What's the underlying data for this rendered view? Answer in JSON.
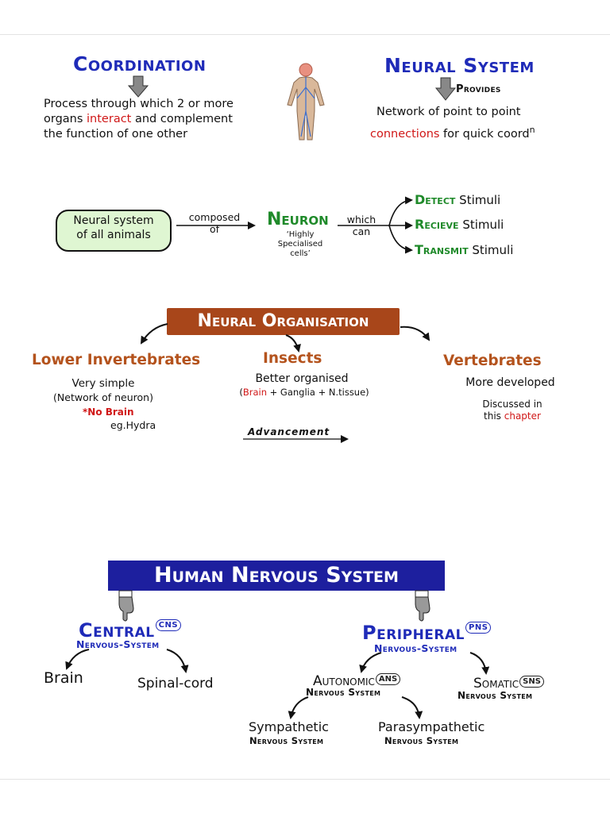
{
  "coordination": {
    "title": "Coordination",
    "line1_pre": "Process through which 2 or more",
    "line2_pre": "organs ",
    "line2_red": "interact",
    "line2_post": " and complement",
    "line3": "the function of one other"
  },
  "neural_system": {
    "title": "Neural System",
    "provides": "Provides",
    "line1": "Network of point to point",
    "line2_red": "connections",
    "line2_post": " for quick coord",
    "line2_sup": "n"
  },
  "flow": {
    "cloud_line1": "Neural system",
    "cloud_line2": "of all animals",
    "composed1": "composed",
    "composed2": "of",
    "neuron": "Neuron",
    "neuron_note1": "‘Highly",
    "neuron_note2": "Specialised",
    "neuron_note3": "cells’",
    "which1": "which",
    "which2": "can",
    "detect": "Detect",
    "recieve": "Recieve",
    "transmit": "Transmit",
    "stimuli": "Stimuli"
  },
  "organisation": {
    "banner": "Neural Organisation",
    "lower": {
      "title": "Lower Invertebrates",
      "line1": "Very simple",
      "line2": "(Network of neuron)",
      "line3": "*No Brain",
      "line4": "eg.Hydra"
    },
    "insects": {
      "title": "Insects",
      "line1": "Better organised",
      "line2_open": "(",
      "line2_red": "Brain",
      "line2_post": " + Ganglia + N.tissue)"
    },
    "vertebrates": {
      "title": "Vertebrates",
      "line1": "More developed",
      "line2": "Discussed in",
      "line3_pre": "this ",
      "line3_red": "chapter"
    },
    "advancement": "Advancement"
  },
  "human": {
    "banner": "Human Nervous System",
    "central": "Central",
    "cns": "CNS",
    "central_sub": "Nervous-System",
    "brain": "Brain",
    "spinal": "Spinal-cord",
    "peripheral": "Peripheral",
    "pns": "PNS",
    "peripheral_sub": "Nervous-System",
    "autonomic": "Autonomic",
    "ans": "ANS",
    "autonomic_sub": "Nervous System",
    "somatic": "Somatic",
    "sns": "SNS",
    "somatic_sub": "Nervous System",
    "sympathetic": "Sympathetic",
    "sympathetic_sub": "Nervous System",
    "parasympathetic": "Parasympathetic",
    "parasympathetic_sub": "Nervous System"
  },
  "colors": {
    "blue": "#1f2bb8",
    "green": "#1f8a2a",
    "red": "#d01818",
    "brown": "#a8461a",
    "navy": "#1d1f9e"
  }
}
